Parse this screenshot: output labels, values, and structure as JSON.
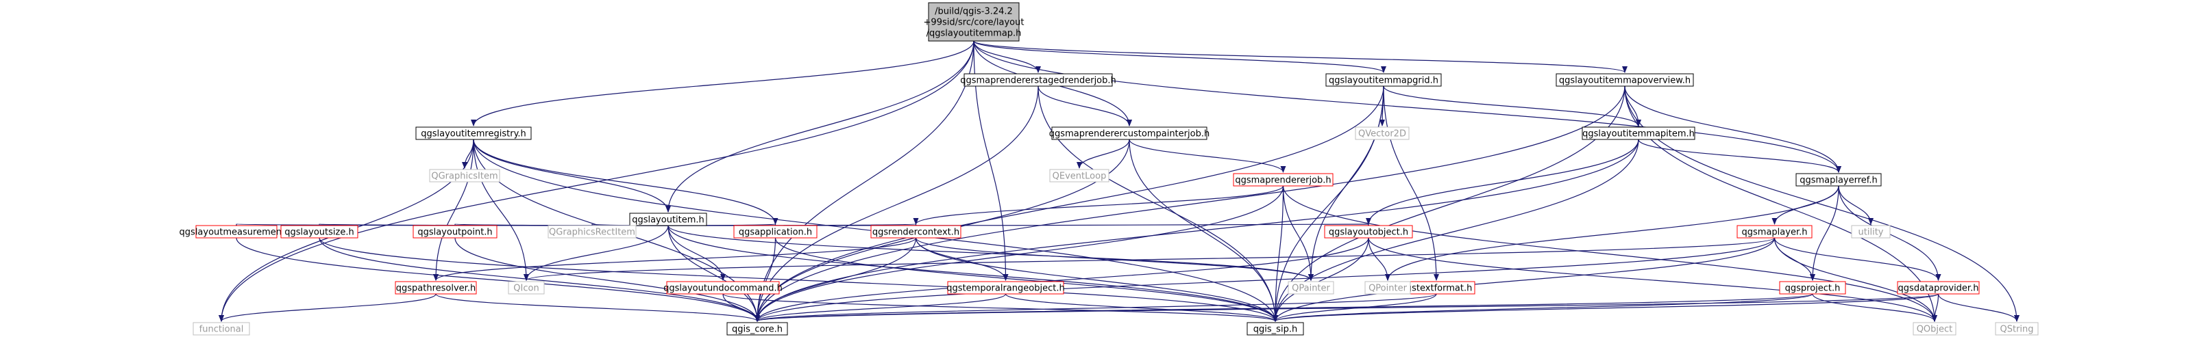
{
  "colors": {
    "edge": "#191970",
    "border_black": "#000000",
    "border_red": "#ff0000",
    "border_gray": "#bfbfbf",
    "root_fill": "#bfbfbf",
    "fill": "#ffffff"
  },
  "nodes": [
    {
      "id": "root",
      "lines": [
        "/build/qgis-3.24.2",
        "+99sid/src/core/layout",
        "/qgslayoutitemmap.h"
      ],
      "style": "root"
    },
    {
      "id": "reg",
      "lines": [
        "qgslayoutitemregistry.h"
      ],
      "style": "black"
    },
    {
      "id": "staged",
      "lines": [
        "qgsmaprendererstagedrenderjob.h"
      ],
      "style": "black"
    },
    {
      "id": "grid",
      "lines": [
        "qgslayoutitemmapgrid.h"
      ],
      "style": "black"
    },
    {
      "id": "overview",
      "lines": [
        "qgslayoutitemmapoverview.h"
      ],
      "style": "black"
    },
    {
      "id": "qgraphicsitem",
      "lines": [
        "QGraphicsItem"
      ],
      "style": "gray"
    },
    {
      "id": "custompainter",
      "lines": [
        "qgsmaprenderercustompainterjob.h"
      ],
      "style": "black"
    },
    {
      "id": "qvector2d",
      "lines": [
        "QVector2D"
      ],
      "style": "gray"
    },
    {
      "id": "mapitem",
      "lines": [
        "qgslayoutitemmapitem.h"
      ],
      "style": "black"
    },
    {
      "id": "item",
      "lines": [
        "qgslayoutitem.h"
      ],
      "style": "black"
    },
    {
      "id": "qeventloop",
      "lines": [
        "QEventLoop"
      ],
      "style": "gray"
    },
    {
      "id": "rendererjob",
      "lines": [
        "qgsmaprendererjob.h"
      ],
      "style": "red"
    },
    {
      "id": "layerref",
      "lines": [
        "qgsmaplayerref.h"
      ],
      "style": "black"
    },
    {
      "id": "measurement",
      "lines": [
        "qgslayoutmeasurement.h"
      ],
      "style": "red"
    },
    {
      "id": "size",
      "lines": [
        "qgslayoutsize.h"
      ],
      "style": "red"
    },
    {
      "id": "point",
      "lines": [
        "qgslayoutpoint.h"
      ],
      "style": "red"
    },
    {
      "id": "qgraphicsrectitem",
      "lines": [
        "QGraphicsRectItem"
      ],
      "style": "gray"
    },
    {
      "id": "application",
      "lines": [
        "qgsapplication.h"
      ],
      "style": "red"
    },
    {
      "id": "rendercontext",
      "lines": [
        "qgsrendercontext.h"
      ],
      "style": "red"
    },
    {
      "id": "object",
      "lines": [
        "qgslayoutobject.h"
      ],
      "style": "red"
    },
    {
      "id": "utility",
      "lines": [
        "utility"
      ],
      "style": "gray"
    },
    {
      "id": "maplayer",
      "lines": [
        "qgsmaplayer.h"
      ],
      "style": "red"
    },
    {
      "id": "pathresolver",
      "lines": [
        "qgspathresolver.h"
      ],
      "style": "red"
    },
    {
      "id": "qicon",
      "lines": [
        "QIcon"
      ],
      "style": "gray"
    },
    {
      "id": "undocommand",
      "lines": [
        "qgslayoutundocommand.h"
      ],
      "style": "red"
    },
    {
      "id": "temporal",
      "lines": [
        "qgstemporalrangeobject.h"
      ],
      "style": "red"
    },
    {
      "id": "qpainter",
      "lines": [
        "QPainter"
      ],
      "style": "gray"
    },
    {
      "id": "textformat",
      "lines": [
        "qgstextformat.h"
      ],
      "style": "red"
    },
    {
      "id": "qpointer",
      "lines": [
        "QPointer"
      ],
      "style": "gray"
    },
    {
      "id": "project",
      "lines": [
        "qgsproject.h"
      ],
      "style": "red"
    },
    {
      "id": "dataprovider",
      "lines": [
        "qgsdataprovider.h"
      ],
      "style": "red"
    },
    {
      "id": "functional",
      "lines": [
        "functional"
      ],
      "style": "gray"
    },
    {
      "id": "core",
      "lines": [
        "qgis_core.h"
      ],
      "style": "black"
    },
    {
      "id": "sip",
      "lines": [
        "qgis_sip.h"
      ],
      "style": "black"
    },
    {
      "id": "qobject",
      "lines": [
        "QObject"
      ],
      "style": "gray"
    },
    {
      "id": "qstring",
      "lines": [
        "QString"
      ],
      "style": "gray"
    }
  ],
  "edges": [
    [
      "root",
      "reg"
    ],
    [
      "root",
      "staged"
    ],
    [
      "root",
      "custompainter"
    ],
    [
      "root",
      "grid"
    ],
    [
      "root",
      "overview"
    ],
    [
      "root",
      "item"
    ],
    [
      "root",
      "temporal"
    ],
    [
      "root",
      "core"
    ],
    [
      "root",
      "layerref"
    ],
    [
      "root",
      "functional"
    ],
    [
      "reg",
      "qgraphicsitem"
    ],
    [
      "reg",
      "item"
    ],
    [
      "reg",
      "qicon"
    ],
    [
      "reg",
      "application"
    ],
    [
      "reg",
      "pathresolver"
    ],
    [
      "reg",
      "sip"
    ],
    [
      "reg",
      "core"
    ],
    [
      "reg",
      "functional"
    ],
    [
      "staged",
      "custompainter"
    ],
    [
      "staged",
      "core"
    ],
    [
      "staged",
      "sip"
    ],
    [
      "custompainter",
      "qeventloop"
    ],
    [
      "custompainter",
      "rendererjob"
    ],
    [
      "custompainter",
      "core"
    ],
    [
      "custompainter",
      "sip"
    ],
    [
      "grid",
      "qvector2d"
    ],
    [
      "grid",
      "mapitem"
    ],
    [
      "grid",
      "textformat"
    ],
    [
      "grid",
      "core"
    ],
    [
      "grid",
      "sip"
    ],
    [
      "grid",
      "qpainter"
    ],
    [
      "overview",
      "mapitem"
    ],
    [
      "overview",
      "layerref"
    ],
    [
      "overview",
      "core"
    ],
    [
      "overview",
      "sip"
    ],
    [
      "overview",
      "qobject"
    ],
    [
      "overview",
      "qstring"
    ],
    [
      "mapitem",
      "object"
    ],
    [
      "mapitem",
      "layerref"
    ],
    [
      "mapitem",
      "core"
    ],
    [
      "mapitem",
      "sip"
    ],
    [
      "item",
      "measurement"
    ],
    [
      "item",
      "size"
    ],
    [
      "item",
      "point"
    ],
    [
      "item",
      "qgraphicsrectitem"
    ],
    [
      "item",
      "application"
    ],
    [
      "item",
      "rendercontext"
    ],
    [
      "item",
      "object"
    ],
    [
      "item",
      "undocommand"
    ],
    [
      "item",
      "qicon"
    ],
    [
      "item",
      "qpainter"
    ],
    [
      "item",
      "core"
    ],
    [
      "item",
      "sip"
    ],
    [
      "rendererjob",
      "rendercontext"
    ],
    [
      "rendererjob",
      "qpainter"
    ],
    [
      "rendererjob",
      "core"
    ],
    [
      "rendererjob",
      "sip"
    ],
    [
      "rendererjob",
      "qobject"
    ],
    [
      "layerref",
      "maplayer"
    ],
    [
      "layerref",
      "utility"
    ],
    [
      "layerref",
      "qpointer"
    ],
    [
      "layerref",
      "dataprovider"
    ],
    [
      "layerref",
      "project"
    ],
    [
      "measurement",
      "core"
    ],
    [
      "size",
      "core"
    ],
    [
      "size",
      "sip"
    ],
    [
      "point",
      "core"
    ],
    [
      "application",
      "core"
    ],
    [
      "application",
      "sip"
    ],
    [
      "rendercontext",
      "qpainter"
    ],
    [
      "rendercontext",
      "temporal"
    ],
    [
      "rendercontext",
      "core"
    ],
    [
      "rendercontext",
      "sip"
    ],
    [
      "rendercontext",
      "pathresolver"
    ],
    [
      "object",
      "qpointer"
    ],
    [
      "object",
      "core"
    ],
    [
      "object",
      "sip"
    ],
    [
      "object",
      "qobject"
    ],
    [
      "maplayer",
      "qicon"
    ],
    [
      "maplayer",
      "project"
    ],
    [
      "maplayer",
      "dataprovider"
    ],
    [
      "maplayer",
      "core"
    ],
    [
      "maplayer",
      "sip"
    ],
    [
      "maplayer",
      "qobject"
    ],
    [
      "pathresolver",
      "core"
    ],
    [
      "pathresolver",
      "functional"
    ],
    [
      "undocommand",
      "core"
    ],
    [
      "undocommand",
      "sip"
    ],
    [
      "temporal",
      "core"
    ],
    [
      "temporal",
      "sip"
    ],
    [
      "textformat",
      "core"
    ],
    [
      "textformat",
      "sip"
    ],
    [
      "project",
      "core"
    ],
    [
      "project",
      "sip"
    ],
    [
      "project",
      "qobject"
    ],
    [
      "dataprovider",
      "core"
    ],
    [
      "dataprovider",
      "sip"
    ],
    [
      "dataprovider",
      "qobject"
    ],
    [
      "dataprovider",
      "qstring"
    ]
  ]
}
